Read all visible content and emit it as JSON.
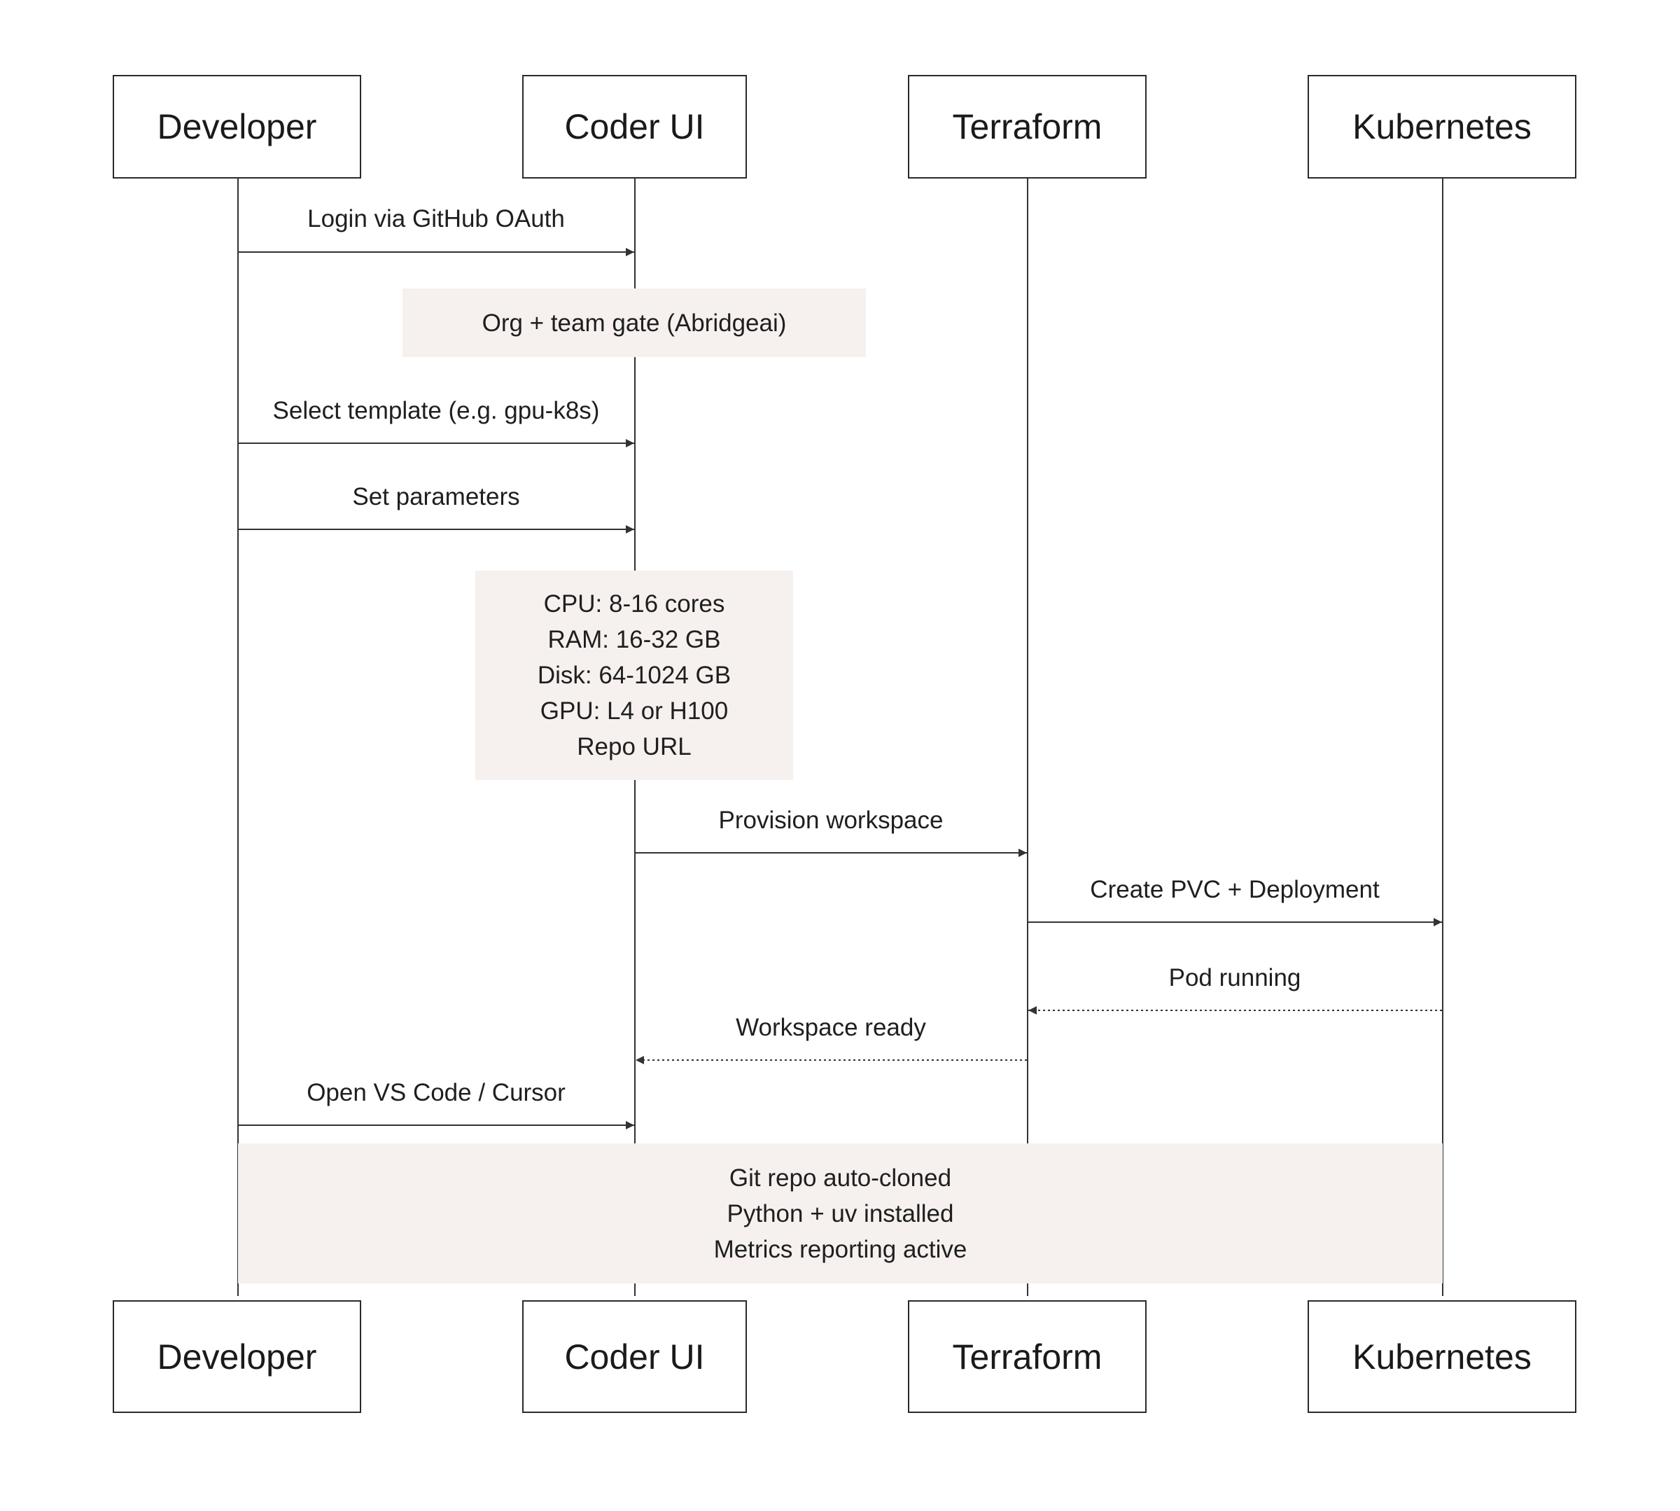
{
  "actors": [
    {
      "id": "dev",
      "label": "Developer"
    },
    {
      "id": "ui",
      "label": "Coder UI"
    },
    {
      "id": "tf",
      "label": "Terraform"
    },
    {
      "id": "k8s",
      "label": "Kubernetes"
    }
  ],
  "messages": [
    {
      "from": "dev",
      "to": "ui",
      "label": "Login via GitHub OAuth",
      "style": "solid"
    },
    {
      "from": "dev",
      "to": "ui",
      "label": "Select template (e.g. gpu-k8s)",
      "style": "solid"
    },
    {
      "from": "dev",
      "to": "ui",
      "label": "Set parameters",
      "style": "solid"
    },
    {
      "from": "ui",
      "to": "tf",
      "label": "Provision workspace",
      "style": "solid"
    },
    {
      "from": "tf",
      "to": "k8s",
      "label": "Create PVC + Deployment",
      "style": "solid"
    },
    {
      "from": "k8s",
      "to": "tf",
      "label": "Pod running",
      "style": "dotted"
    },
    {
      "from": "tf",
      "to": "ui",
      "label": "Workspace ready",
      "style": "dotted"
    },
    {
      "from": "dev",
      "to": "ui",
      "label": "Open VS Code / Cursor",
      "style": "solid"
    }
  ],
  "notes": [
    {
      "lines": [
        "Org + team gate (Abridgeai)"
      ]
    },
    {
      "lines": [
        "CPU: 8-16 cores",
        "RAM: 16-32 GB",
        "Disk: 64-1024 GB",
        "GPU: L4 or H100",
        "Repo URL"
      ]
    },
    {
      "lines": [
        "Git repo auto-cloned",
        "Python + uv installed",
        "Metrics reporting active"
      ]
    }
  ],
  "colors": {
    "note_background": "#f6f1ee",
    "line": "#333333",
    "text": "#1f1f1f"
  }
}
